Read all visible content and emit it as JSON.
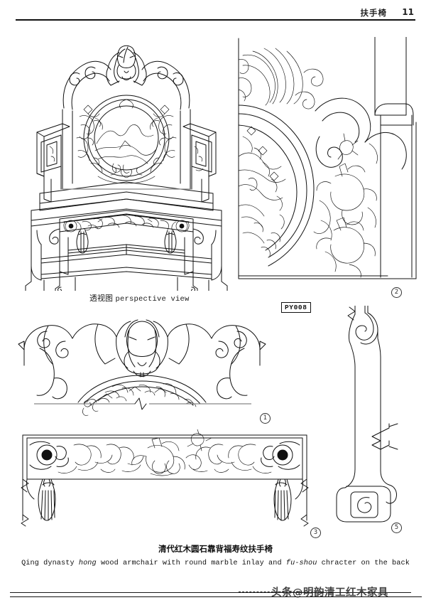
{
  "header": {
    "title": "扶手椅",
    "page_number": "11"
  },
  "figures": {
    "perspective": {
      "caption_cn": "透视图",
      "caption_en": "perspective view",
      "name": "armchair-perspective-drawing"
    },
    "detail_back_panel": {
      "marker": "2",
      "name": "back-panel-detail-drawing"
    },
    "detail_crest_rail": {
      "marker": "1",
      "name": "crest-rail-detail-drawing"
    },
    "detail_apron": {
      "marker": "3",
      "name": "apron-detail-drawing"
    },
    "detail_armrest_post": {
      "marker": "5",
      "name": "armrest-post-detail-drawing"
    }
  },
  "code_label": "PY008",
  "main_caption": {
    "chinese": "清代红木圆石靠背福寿纹扶手椅",
    "english_parts": {
      "p1": "Qing dynasty ",
      "i1": "hong",
      "p2": " wood armchair with round marble inlay and ",
      "i2": "fu-shou",
      "p3": " chracter on the back"
    }
  },
  "watermark": {
    "text": "头条@明韵清工红木家具"
  },
  "colors": {
    "ink": "#111111",
    "rule": "#1a1a1a",
    "gray_line": "#888888"
  }
}
